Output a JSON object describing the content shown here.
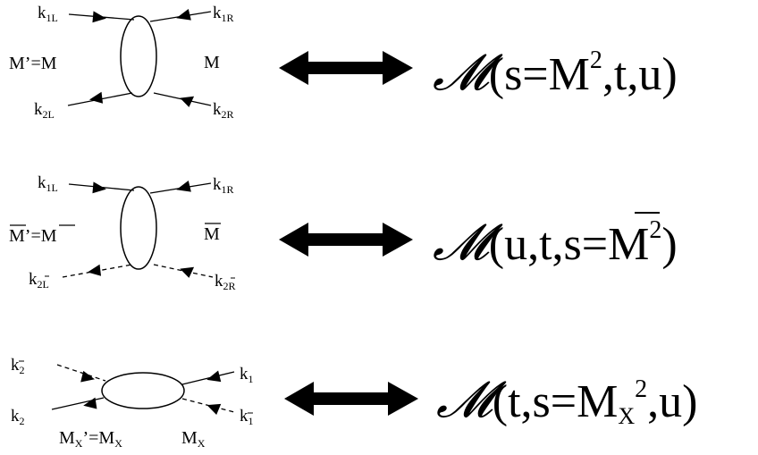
{
  "diagrams": [
    {
      "left_top": {
        "base": "k",
        "sub": "1L"
      },
      "left_bottom": {
        "base": "k",
        "sub": "2L"
      },
      "right_top": {
        "base": "k",
        "sub": "1R"
      },
      "right_bottom": {
        "base": "k",
        "sub": "2R"
      },
      "left_mass": "M’=M",
      "right_mass": "M",
      "amp_symbol": "𝓜",
      "amp_open": "(",
      "amp_part1": "s=M",
      "amp_sup": "2",
      "amp_part2": ",t,u)"
    },
    {
      "left_top": {
        "base": "k",
        "sub": "1L"
      },
      "left_bottom": {
        "base": "k",
        "sub": "2L"
      },
      "right_top": {
        "base": "k",
        "sub": "1R"
      },
      "right_bottom": {
        "base": "k",
        "sub": "2R"
      },
      "left_mass": "M’=M",
      "right_mass": "M",
      "amp_symbol": "𝓜",
      "amp_open": "(",
      "amp_part1": "u,t,s=M",
      "amp_sup": "2",
      "amp_part2": ")"
    },
    {
      "left_top": {
        "base": "k",
        "sub": "2"
      },
      "left_bottom": {
        "base": "k",
        "sub": "2"
      },
      "right_top": {
        "base": "k",
        "sub": "1"
      },
      "right_bottom": {
        "base": "k",
        "sub": "1"
      },
      "left_mass_base": "M",
      "left_mass_sub": "X",
      "left_mass_mid": "’=M",
      "left_mass_sub2": "X",
      "right_mass_base": "M",
      "right_mass_sub": "X",
      "amp_symbol": "𝓜",
      "amp_open": "(",
      "amp_part1": "t,s=M",
      "amp_sub": "X",
      "amp_sup": "2",
      "amp_part2": ",u)"
    }
  ]
}
